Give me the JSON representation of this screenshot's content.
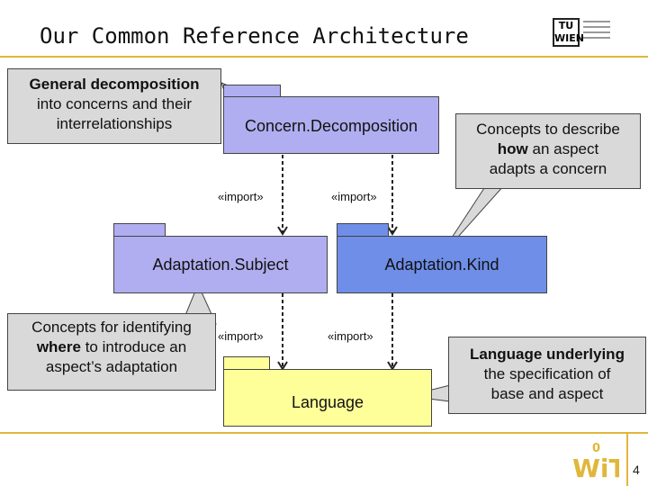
{
  "header": {
    "title": "Our Common Reference Architecture",
    "logo_text": "TU WIEN"
  },
  "packages": {
    "concern_decomposition": "Concern.Decomposition",
    "adaptation_subject": "Adaptation.Subject",
    "adaptation_kind": "Adaptation.Kind",
    "language": "Language"
  },
  "imports": {
    "label": "«import»"
  },
  "callouts": {
    "general": {
      "line1": "General decomposition",
      "line2": "into concerns and their",
      "line3": "interrelationships"
    },
    "how": {
      "line1": "Concepts to describe",
      "line2_bold": "how",
      "line2_rest": " an aspect",
      "line3": "adapts a concern"
    },
    "where": {
      "line1": "Concepts for identifying",
      "line2_bold": "where",
      "line2_rest": " to introduce an",
      "line3": "aspect’s adaptation"
    },
    "language": {
      "line1": "Language underlying",
      "line2": "the specification of",
      "line3": "base and aspect"
    }
  },
  "footer": {
    "page_number": "4",
    "logo_text": "WIT"
  },
  "colors": {
    "accent": "#e0b73a",
    "package_purple": "#b0aef0",
    "package_blue": "#6f8ee8",
    "package_yellow": "#ffff99",
    "callout_gray": "#d9d9d9"
  }
}
